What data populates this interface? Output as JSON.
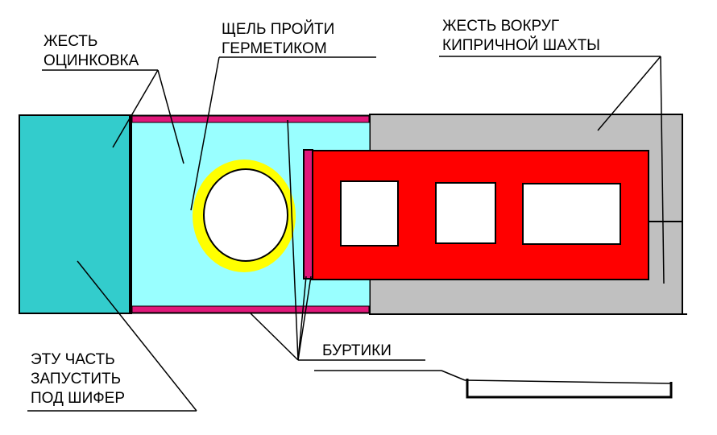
{
  "labels": {
    "galvanized_line1": "ЖЕСТЬ",
    "galvanized_line2": "ОЦИНКОВКА",
    "sealant_line1": "ЩЕЛЬ ПРОЙТИ",
    "sealant_line2": "ГЕРМЕТИКОМ",
    "shaft_line1": "ЖЕСТЬ ВОКРУГ",
    "shaft_line2": "КИПРИЧНОЙ ШАХТЫ",
    "beads": "БУРТИКИ",
    "slate_line1": "ЭТУ ЧАСТЬ",
    "slate_line2": "ЗАПУСТИТЬ",
    "slate_line3": "ПОД ШИФЕР"
  },
  "colors": {
    "outer_flap": "#33cccc",
    "galvanized_sheet": "#99ffff",
    "shaft_sheet": "#c0c0c0",
    "brick_chimney": "#ff0000",
    "bead_strips": "#e0187a",
    "sealant_ring": "#ffff00",
    "openings": "#ffffff",
    "outline": "#000000"
  }
}
